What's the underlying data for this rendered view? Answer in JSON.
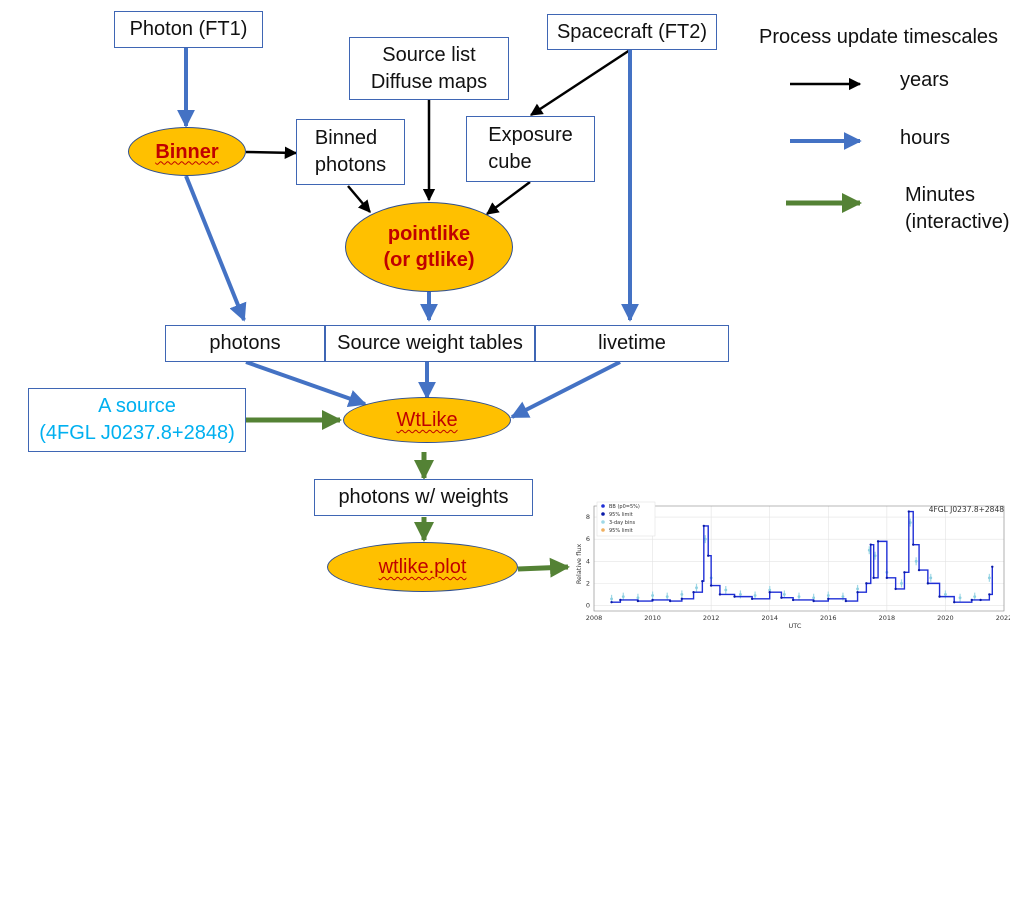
{
  "nodes": {
    "photon_ft1": "Photon (FT1)",
    "source_list": "Source list\nDiffuse maps",
    "spacecraft_ft2": "Spacecraft (FT2)",
    "binner": "Binner",
    "binned_photons": "Binned\nphotons",
    "exposure_cube": "Exposure\ncube",
    "pointlike": "pointlike\n(or gtlike)",
    "photons": "photons",
    "source_weight_tables": "Source weight tables",
    "livetime": "livetime",
    "a_source_line1": "A source",
    "a_source_line2": "(4FGL J0237.8+2848)",
    "wtlike": "WtLike",
    "photons_w_weights": "photons w/ weights",
    "wtlike_plot": "wtlike.plot"
  },
  "legend": {
    "title": "Process update timescales",
    "items": [
      {
        "label": "years",
        "color": "#000000"
      },
      {
        "label": "hours",
        "color": "#4472c4"
      },
      {
        "label": "Minutes\n(interactive)",
        "color": "#548235"
      }
    ]
  },
  "colors": {
    "ellipse_fill": "#ffc000",
    "box_border": "#3f66b4",
    "source_text": "#00b0f0",
    "red_text": "#c00000"
  },
  "chart_data": {
    "type": "line",
    "title": "4FGL J0237.8+2848",
    "xlabel": "UTC",
    "ylabel": "Relative flux",
    "xlim": [
      2008,
      2022
    ],
    "ylim": [
      -0.5,
      9
    ],
    "xticks": [
      "2008",
      "2010",
      "2012",
      "2014",
      "2016",
      "2018",
      "2020",
      "2022"
    ],
    "yticks": [
      "0",
      "2",
      "4",
      "6",
      "8"
    ],
    "grid": true,
    "legend_position": "top-left",
    "legend": [
      "BB (p0=5%)",
      "95% limit",
      "3-day bins",
      "95% limit"
    ],
    "series": [
      {
        "name": "BB (p0=5%)",
        "x": [
          2008.6,
          2008.9,
          2009.5,
          2010.0,
          2010.6,
          2011.0,
          2011.4,
          2011.7,
          2011.75,
          2011.9,
          2012.0,
          2012.3,
          2012.8,
          2013.4,
          2014.0,
          2014.4,
          2014.8,
          2015.5,
          2016.0,
          2016.6,
          2017.0,
          2017.3,
          2017.45,
          2017.55,
          2017.7,
          2018.0,
          2018.3,
          2018.6,
          2018.75,
          2018.9,
          2019.1,
          2019.4,
          2019.8,
          2020.3,
          2020.9,
          2021.2,
          2021.5,
          2021.6
        ],
        "y": [
          0.3,
          0.5,
          0.4,
          0.5,
          0.4,
          0.6,
          1.2,
          2.2,
          7.2,
          4.5,
          1.8,
          1.0,
          0.8,
          0.6,
          1.2,
          0.7,
          0.5,
          0.4,
          0.6,
          0.4,
          1.2,
          2.0,
          5.5,
          2.5,
          5.8,
          2.5,
          1.5,
          3.0,
          8.5,
          5.5,
          3.2,
          2.0,
          0.8,
          0.3,
          0.5,
          0.5,
          1.0,
          3.5
        ]
      },
      {
        "name": "3-day bins",
        "x": [
          2008.6,
          2009.0,
          2009.5,
          2010.0,
          2010.5,
          2011.0,
          2011.5,
          2011.8,
          2012.0,
          2012.5,
          2013.0,
          2013.5,
          2014.0,
          2014.5,
          2015.0,
          2015.5,
          2016.0,
          2016.5,
          2017.0,
          2017.4,
          2017.6,
          2018.0,
          2018.5,
          2018.8,
          2019.0,
          2019.5,
          2020.0,
          2020.5,
          2021.0,
          2021.5
        ],
        "y": [
          0.6,
          0.8,
          0.7,
          0.9,
          0.8,
          1.0,
          1.6,
          6.0,
          2.5,
          1.4,
          1.0,
          0.9,
          1.4,
          1.0,
          0.8,
          0.7,
          0.9,
          0.8,
          1.5,
          5.0,
          4.5,
          3.0,
          2.0,
          7.5,
          4.0,
          2.5,
          1.0,
          0.7,
          0.8,
          2.5
        ]
      }
    ]
  }
}
